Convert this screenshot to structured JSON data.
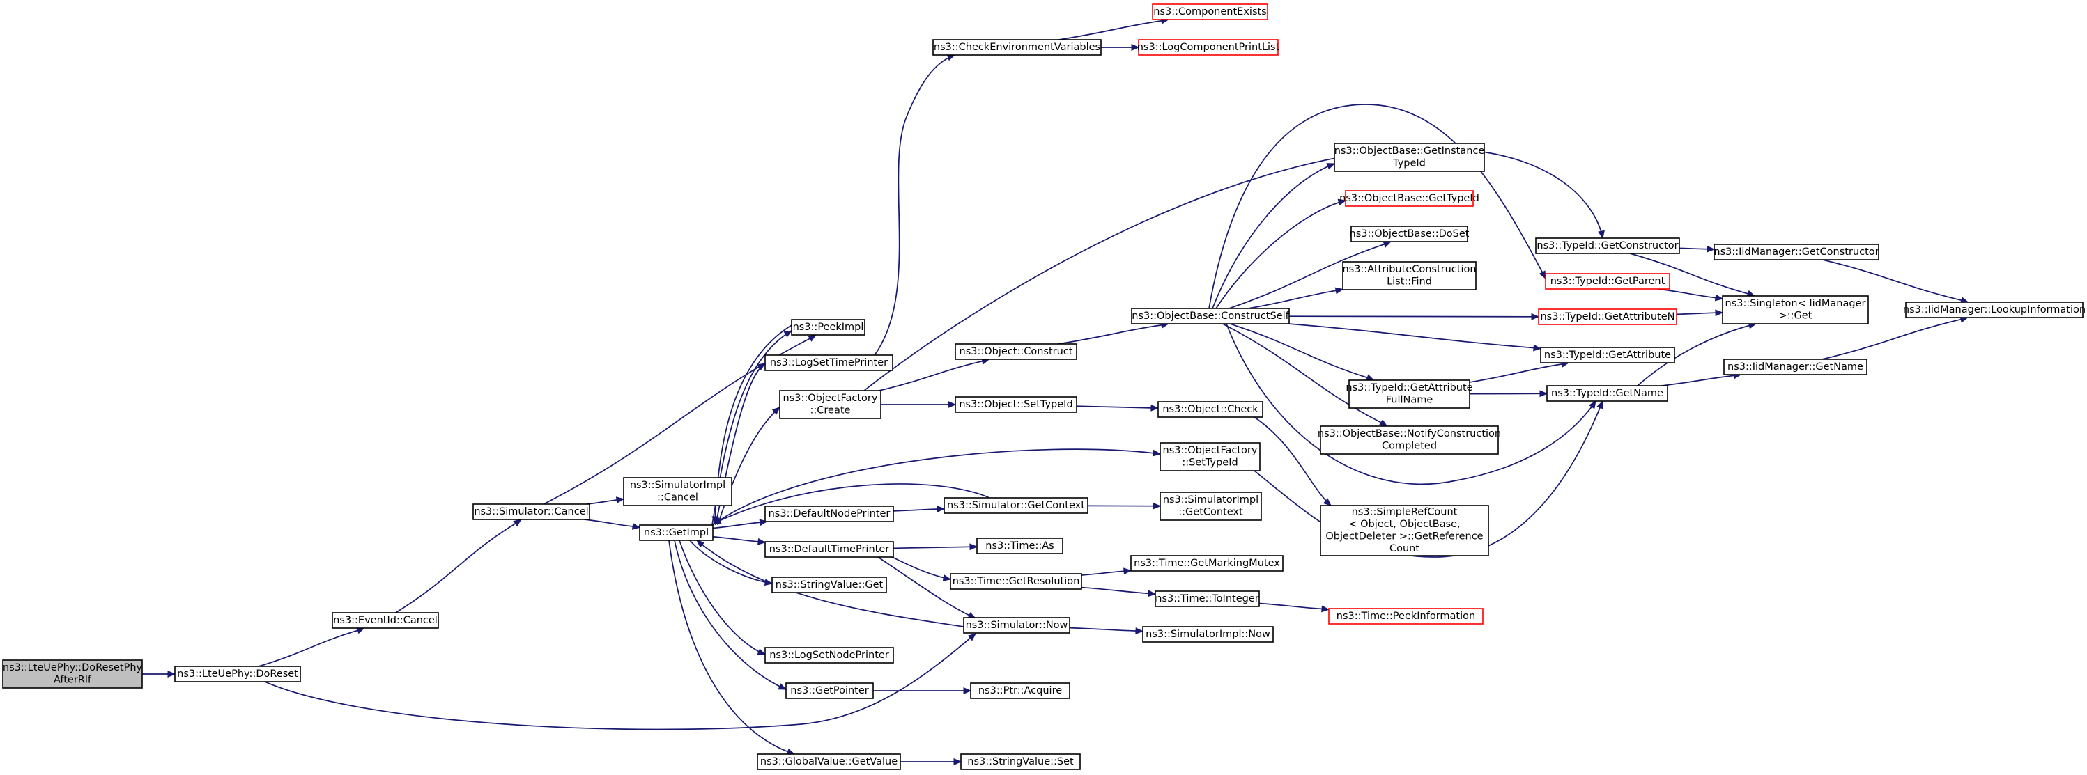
{
  "colors": {
    "edge": "#191970",
    "border_normal": "#000000",
    "border_truncated": "#ff0000",
    "fill_normal": "#ffffff",
    "fill_root": "#bfbfbf"
  },
  "nodes": [
    {
      "id": "root",
      "lines": [
        "ns3::LteUePhy::DoResetPhy",
        "AfterRlf"
      ],
      "style": "root"
    },
    {
      "id": "doreset",
      "lines": [
        "ns3::LteUePhy::DoReset"
      ],
      "style": "normal"
    },
    {
      "id": "evcancel",
      "lines": [
        "ns3::EventId::Cancel"
      ],
      "style": "normal"
    },
    {
      "id": "simcancel",
      "lines": [
        "ns3::Simulator::Cancel"
      ],
      "style": "normal"
    },
    {
      "id": "simnow",
      "lines": [
        "ns3::Simulator::Now"
      ],
      "style": "normal"
    },
    {
      "id": "peekimpl",
      "lines": [
        "ns3::PeekImpl"
      ],
      "style": "normal"
    },
    {
      "id": "simimplcancel",
      "lines": [
        "ns3::SimulatorImpl",
        "::Cancel"
      ],
      "style": "normal"
    },
    {
      "id": "getimpl",
      "lines": [
        "ns3::GetImpl"
      ],
      "style": "normal"
    },
    {
      "id": "simimplnow",
      "lines": [
        "ns3::SimulatorImpl::Now"
      ],
      "style": "normal"
    },
    {
      "id": "checkenv",
      "lines": [
        "ns3::CheckEnvironmentVariables"
      ],
      "style": "normal"
    },
    {
      "id": "compexists",
      "lines": [
        "ns3::ComponentExists"
      ],
      "style": "truncated"
    },
    {
      "id": "logcompprint",
      "lines": [
        "ns3::LogComponentPrintList"
      ],
      "style": "truncated"
    },
    {
      "id": "logsettime",
      "lines": [
        "ns3::LogSetTimePrinter"
      ],
      "style": "normal"
    },
    {
      "id": "objfactcreate",
      "lines": [
        "ns3::ObjectFactory",
        "::Create"
      ],
      "style": "normal"
    },
    {
      "id": "objconstruct",
      "lines": [
        "ns3::Object::Construct"
      ],
      "style": "normal"
    },
    {
      "id": "objsettypeid",
      "lines": [
        "ns3::Object::SetTypeId"
      ],
      "style": "normal"
    },
    {
      "id": "objbaseconstruct",
      "lines": [
        "ns3::ObjectBase::ConstructSelf"
      ],
      "style": "normal"
    },
    {
      "id": "getinstancetypeid",
      "lines": [
        "ns3::ObjectBase::GetInstance",
        "TypeId"
      ],
      "style": "normal"
    },
    {
      "id": "objbasegettypeid",
      "lines": [
        "ns3::ObjectBase::GetTypeId"
      ],
      "style": "truncated"
    },
    {
      "id": "objbasedoset",
      "lines": [
        "ns3::ObjectBase::DoSet"
      ],
      "style": "normal"
    },
    {
      "id": "attrconsfind",
      "lines": [
        "ns3::AttributeConstruction",
        "List::Find"
      ],
      "style": "normal"
    },
    {
      "id": "typeidgetctor",
      "lines": [
        "ns3::TypeId::GetConstructor"
      ],
      "style": "normal"
    },
    {
      "id": "typeidgetparent",
      "lines": [
        "ns3::TypeId::GetParent"
      ],
      "style": "truncated"
    },
    {
      "id": "typeidgetattrn",
      "lines": [
        "ns3::TypeId::GetAttributeN"
      ],
      "style": "truncated"
    },
    {
      "id": "typeidgetattr",
      "lines": [
        "ns3::TypeId::GetAttribute"
      ],
      "style": "normal"
    },
    {
      "id": "typeidgetattrfull",
      "lines": [
        "ns3::TypeId::GetAttribute",
        "FullName"
      ],
      "style": "normal"
    },
    {
      "id": "typeidgetname",
      "lines": [
        "ns3::TypeId::GetName"
      ],
      "style": "normal"
    },
    {
      "id": "notifyconstr",
      "lines": [
        "ns3::ObjectBase::NotifyConstruction",
        "Completed"
      ],
      "style": "normal"
    },
    {
      "id": "iidgetctor",
      "lines": [
        "ns3::IidManager::GetConstructor"
      ],
      "style": "normal"
    },
    {
      "id": "singletonget",
      "lines": [
        "ns3::Singleton< IidManager",
        " >::Get"
      ],
      "style": "normal"
    },
    {
      "id": "iidlookup",
      "lines": [
        "ns3::IidManager::LookupInformation"
      ],
      "style": "normal"
    },
    {
      "id": "iidgetname",
      "lines": [
        "ns3::IidManager::GetName"
      ],
      "style": "normal"
    },
    {
      "id": "objcheck",
      "lines": [
        "ns3::Object::Check"
      ],
      "style": "normal"
    },
    {
      "id": "simplerefcount",
      "lines": [
        "ns3::SimpleRefCount",
        "< Object, ObjectBase,",
        " ObjectDeleter >::GetReference",
        "Count"
      ],
      "style": "normal"
    },
    {
      "id": "objfactsettypeid",
      "lines": [
        "ns3::ObjectFactory",
        "::SetTypeId"
      ],
      "style": "normal"
    },
    {
      "id": "defaultnodeprinter",
      "lines": [
        "ns3::DefaultNodePrinter"
      ],
      "style": "normal"
    },
    {
      "id": "simgetcontext",
      "lines": [
        "ns3::Simulator::GetContext"
      ],
      "style": "normal"
    },
    {
      "id": "simimplgetcontext",
      "lines": [
        "ns3::SimulatorImpl",
        "::GetContext"
      ],
      "style": "normal"
    },
    {
      "id": "defaulttimeprinter",
      "lines": [
        "ns3::DefaultTimePrinter"
      ],
      "style": "normal"
    },
    {
      "id": "timeas",
      "lines": [
        "ns3::Time::As"
      ],
      "style": "normal"
    },
    {
      "id": "timegetres",
      "lines": [
        "ns3::Time::GetResolution"
      ],
      "style": "normal"
    },
    {
      "id": "timegetmarking",
      "lines": [
        "ns3::Time::GetMarkingMutex"
      ],
      "style": "normal"
    },
    {
      "id": "timetointeger",
      "lines": [
        "ns3::Time::ToInteger"
      ],
      "style": "normal"
    },
    {
      "id": "timepeekinfo",
      "lines": [
        "ns3::Time::PeekInformation"
      ],
      "style": "truncated"
    },
    {
      "id": "stringvalueget",
      "lines": [
        "ns3::StringValue::Get"
      ],
      "style": "normal"
    },
    {
      "id": "logsetnode",
      "lines": [
        "ns3::LogSetNodePrinter"
      ],
      "style": "normal"
    },
    {
      "id": "getpointer",
      "lines": [
        "ns3::GetPointer"
      ],
      "style": "normal"
    },
    {
      "id": "ptracquire",
      "lines": [
        "ns3::Ptr::Acquire"
      ],
      "style": "normal"
    },
    {
      "id": "globalvalueget",
      "lines": [
        "ns3::GlobalValue::GetValue"
      ],
      "style": "normal"
    },
    {
      "id": "stringvalueset",
      "lines": [
        "ns3::StringValue::Set"
      ],
      "style": "normal"
    }
  ],
  "edges": [
    [
      "root",
      "doreset"
    ],
    [
      "doreset",
      "evcancel"
    ],
    [
      "doreset",
      "simnow"
    ],
    [
      "evcancel",
      "simcancel"
    ],
    [
      "simcancel",
      "peekimpl"
    ],
    [
      "simcancel",
      "simimplcancel"
    ],
    [
      "simcancel",
      "getimpl"
    ],
    [
      "getimpl",
      "peekimpl"
    ],
    [
      "getimpl",
      "logsettime"
    ],
    [
      "getimpl",
      "objfactcreate"
    ],
    [
      "getimpl",
      "objfactsettypeid"
    ],
    [
      "getimpl",
      "defaultnodeprinter"
    ],
    [
      "getimpl",
      "defaulttimeprinter"
    ],
    [
      "getimpl",
      "stringvalueget"
    ],
    [
      "getimpl",
      "logsetnode"
    ],
    [
      "getimpl",
      "getpointer"
    ],
    [
      "getimpl",
      "globalvalueget"
    ],
    [
      "peekimpl",
      "getimpl"
    ],
    [
      "logsettime",
      "checkenv"
    ],
    [
      "checkenv",
      "compexists"
    ],
    [
      "checkenv",
      "logcompprint"
    ],
    [
      "objfactcreate",
      "objconstruct"
    ],
    [
      "objfactcreate",
      "objsettypeid"
    ],
    [
      "objfactcreate",
      "typeidgetctor"
    ],
    [
      "objconstruct",
      "objbaseconstruct"
    ],
    [
      "objbaseconstruct",
      "getinstancetypeid"
    ],
    [
      "objbaseconstruct",
      "objbasegettypeid"
    ],
    [
      "objbaseconstruct",
      "objbasedoset"
    ],
    [
      "objbaseconstruct",
      "attrconsfind"
    ],
    [
      "objbaseconstruct",
      "typeidgetparent"
    ],
    [
      "objbaseconstruct",
      "typeidgetattrn"
    ],
    [
      "objbaseconstruct",
      "typeidgetattr"
    ],
    [
      "objbaseconstruct",
      "typeidgetattrfull"
    ],
    [
      "objbaseconstruct",
      "typeidgetname"
    ],
    [
      "objbaseconstruct",
      "notifyconstr"
    ],
    [
      "typeidgetctor",
      "iidgetctor"
    ],
    [
      "typeidgetctor",
      "singletonget"
    ],
    [
      "typeidgetparent",
      "singletonget"
    ],
    [
      "typeidgetattrn",
      "singletonget"
    ],
    [
      "typeidgetattrfull",
      "typeidgetattr"
    ],
    [
      "typeidgetattrfull",
      "typeidgetname"
    ],
    [
      "typeidgetname",
      "singletonget"
    ],
    [
      "typeidgetname",
      "iidgetname"
    ],
    [
      "iidgetctor",
      "iidlookup"
    ],
    [
      "iidgetname",
      "iidlookup"
    ],
    [
      "objsettypeid",
      "objcheck"
    ],
    [
      "objcheck",
      "simplerefcount"
    ],
    [
      "objfactsettypeid",
      "typeidgetname"
    ],
    [
      "defaultnodeprinter",
      "simgetcontext"
    ],
    [
      "simgetcontext",
      "getimpl"
    ],
    [
      "simgetcontext",
      "simimplgetcontext"
    ],
    [
      "defaulttimeprinter",
      "timeas"
    ],
    [
      "defaulttimeprinter",
      "timegetres"
    ],
    [
      "defaulttimeprinter",
      "simnow"
    ],
    [
      "timegetres",
      "timegetmarking"
    ],
    [
      "timegetres",
      "timetointeger"
    ],
    [
      "timetointeger",
      "timepeekinfo"
    ],
    [
      "simnow",
      "getimpl"
    ],
    [
      "simnow",
      "simimplnow"
    ],
    [
      "getpointer",
      "ptracquire"
    ],
    [
      "globalvalueget",
      "stringvalueset"
    ]
  ]
}
